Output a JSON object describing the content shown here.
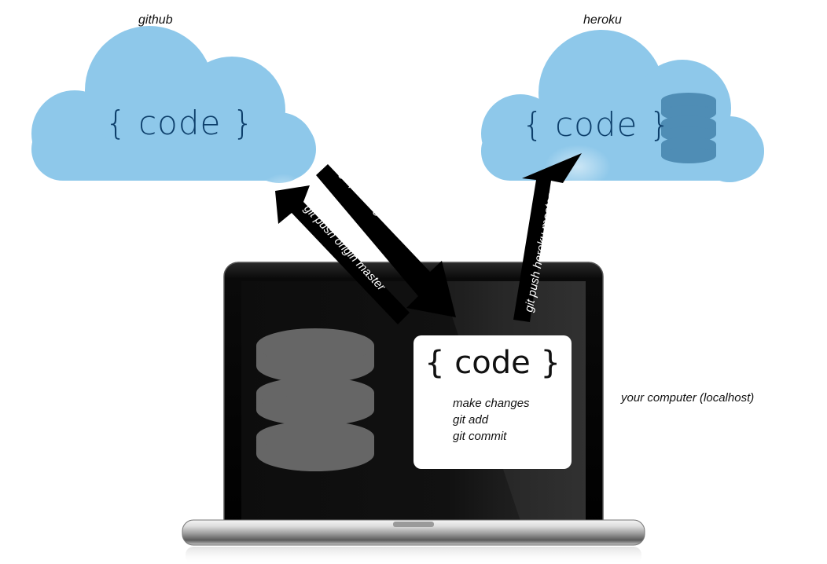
{
  "github": {
    "label": "github",
    "code": "{ code }"
  },
  "heroku": {
    "label": "heroku",
    "code": "{ code }"
  },
  "local": {
    "code": "{ code }",
    "commands": [
      "make changes",
      "git add",
      "git commit"
    ],
    "label": "your computer (localhost)"
  },
  "arrows": {
    "push_origin": "git push origin master",
    "pull_origin": "git pull origin master",
    "push_heroku": "git push heroku master"
  },
  "colors": {
    "cloud": "#8ec8ea",
    "cloud_text": "#0d3f6b",
    "heroku_db": "#4f8db5",
    "local_db": "#666666",
    "arrow": "#000000"
  }
}
